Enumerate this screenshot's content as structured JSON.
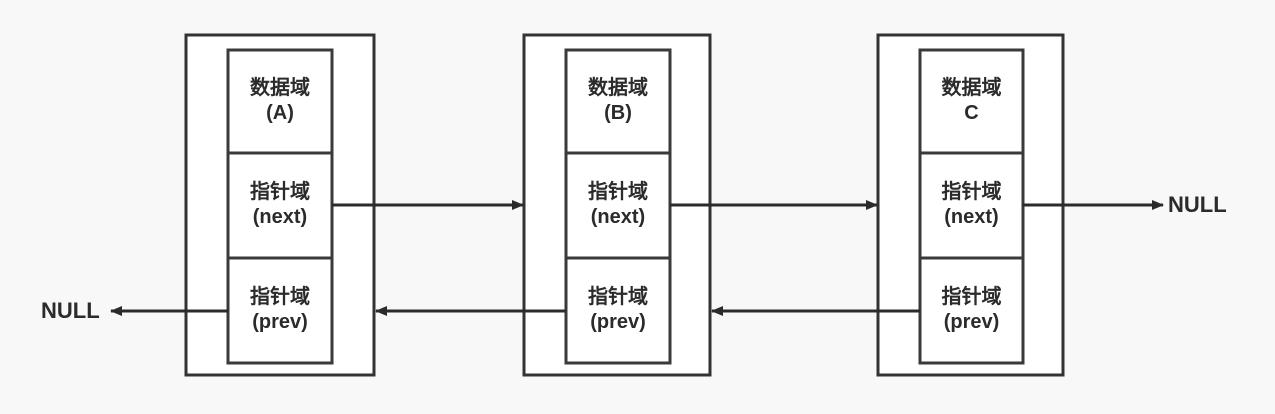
{
  "diagram": {
    "title": "doubly-linked-list",
    "background_color": "#f8f8f8",
    "line_color": "#2b2b2b",
    "box_fill": "#ffffff",
    "box_stroke": "#333333",
    "text_color": "#2b2b2b",
    "nodes": [
      {
        "id": "node-a",
        "data_field_label": "数据域\n(A)",
        "data_field_title": "数据域",
        "data_field_value": "(A)",
        "next_field_label": "指针域\n(next)",
        "next_field_title": "指针域",
        "next_field_value": "(next)",
        "prev_field_label": "指针域\n(prev)",
        "prev_field_title": "指针域",
        "prev_field_value": "(prev)"
      },
      {
        "id": "node-b",
        "data_field_label": "数据域\n(B)",
        "data_field_title": "数据域",
        "data_field_value": "(B)",
        "next_field_label": "指针域\n(next)",
        "next_field_title": "指针域",
        "next_field_value": "(next)",
        "prev_field_label": "指针域\n(prev)",
        "prev_field_title": "指针域",
        "prev_field_value": "(prev)"
      },
      {
        "id": "node-c",
        "data_field_label": "数据域\nC",
        "data_field_title": "数据域",
        "data_field_value": "C",
        "next_field_label": "指针域\n(next)",
        "next_field_title": "指针域",
        "next_field_value": "(next)",
        "prev_field_label": "指针域\n(prev)",
        "prev_field_title": "指针域",
        "prev_field_value": "(prev)"
      }
    ],
    "terminals": {
      "head_prev_null": "NULL",
      "tail_next_null": "NULL"
    }
  }
}
